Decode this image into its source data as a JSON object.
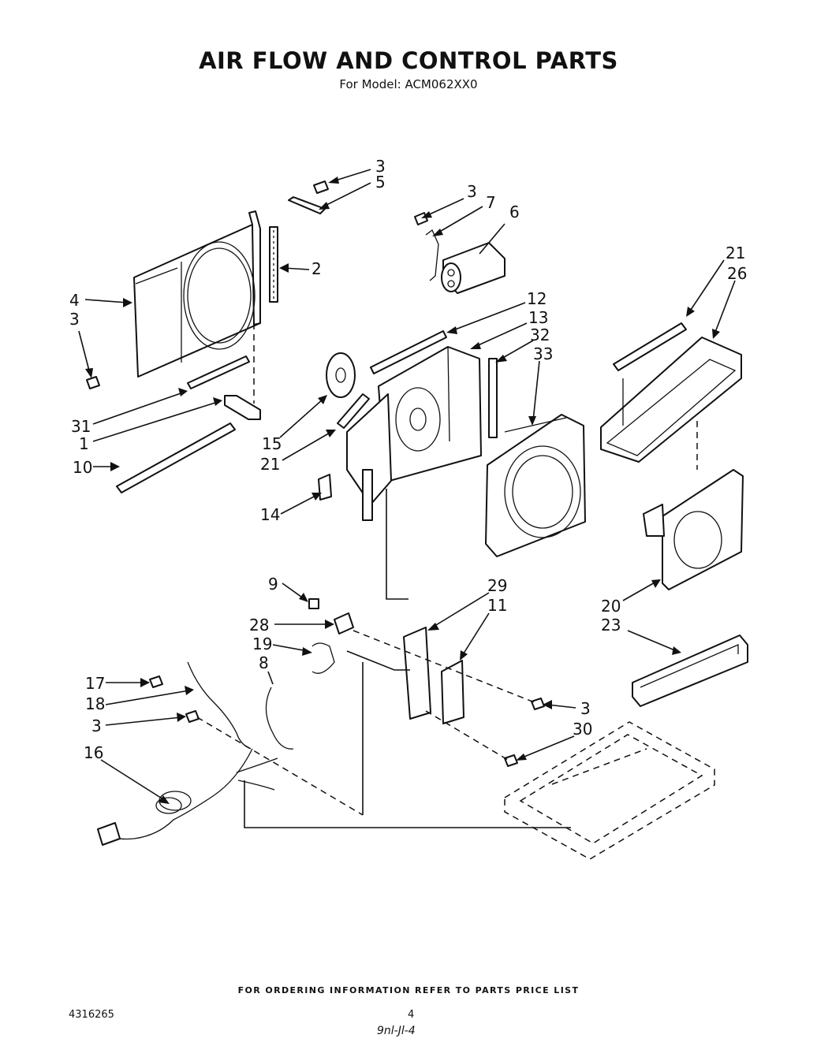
{
  "header": {
    "title": "AIR FLOW AND CONTROL PARTS",
    "subtitle": "For Model: ACM062XX0"
  },
  "callouts": [
    {
      "id": "c3a",
      "label": "3"
    },
    {
      "id": "c5",
      "label": "5"
    },
    {
      "id": "c3b",
      "label": "3"
    },
    {
      "id": "c7",
      "label": "7"
    },
    {
      "id": "c6",
      "label": "6"
    },
    {
      "id": "c2",
      "label": "2"
    },
    {
      "id": "c21a",
      "label": "21"
    },
    {
      "id": "c26",
      "label": "26"
    },
    {
      "id": "c12",
      "label": "12"
    },
    {
      "id": "c13",
      "label": "13"
    },
    {
      "id": "c32",
      "label": "32"
    },
    {
      "id": "c33",
      "label": "33"
    },
    {
      "id": "c4",
      "label": "4"
    },
    {
      "id": "c3c",
      "label": "3"
    },
    {
      "id": "c31",
      "label": "31"
    },
    {
      "id": "c1",
      "label": "1"
    },
    {
      "id": "c15",
      "label": "15"
    },
    {
      "id": "c21b",
      "label": "21"
    },
    {
      "id": "c10",
      "label": "10"
    },
    {
      "id": "c14",
      "label": "14"
    },
    {
      "id": "c9",
      "label": "9"
    },
    {
      "id": "c29",
      "label": "29"
    },
    {
      "id": "c11",
      "label": "11"
    },
    {
      "id": "c20",
      "label": "20"
    },
    {
      "id": "c23",
      "label": "23"
    },
    {
      "id": "c28",
      "label": "28"
    },
    {
      "id": "c19",
      "label": "19"
    },
    {
      "id": "c8",
      "label": "8"
    },
    {
      "id": "c17",
      "label": "17"
    },
    {
      "id": "c18",
      "label": "18"
    },
    {
      "id": "c3d",
      "label": "3"
    },
    {
      "id": "c3e",
      "label": "3"
    },
    {
      "id": "c30",
      "label": "30"
    },
    {
      "id": "c16",
      "label": "16"
    }
  ],
  "footer": {
    "ordering_note": "FOR ORDERING INFORMATION REFER TO PARTS PRICE LIST",
    "document_number": "4316265",
    "page_number": "4",
    "handwritten_note": "9nl-Jl-4"
  }
}
